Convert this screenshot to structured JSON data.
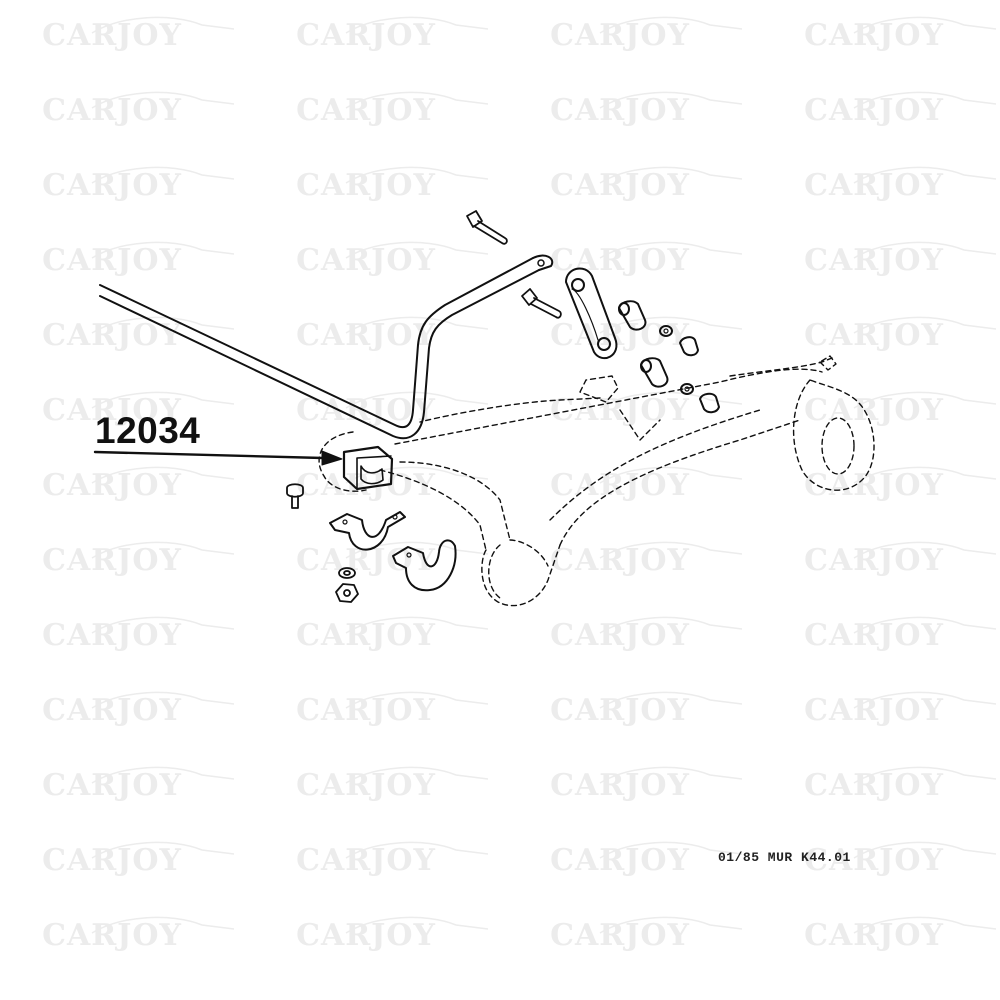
{
  "diagram": {
    "part_number": "12034",
    "reference_code": "01/85  MUR  K44.01"
  },
  "watermark": {
    "text": "CARJOY"
  },
  "icons": {
    "watermark_logo": "car-silhouette-icon"
  }
}
